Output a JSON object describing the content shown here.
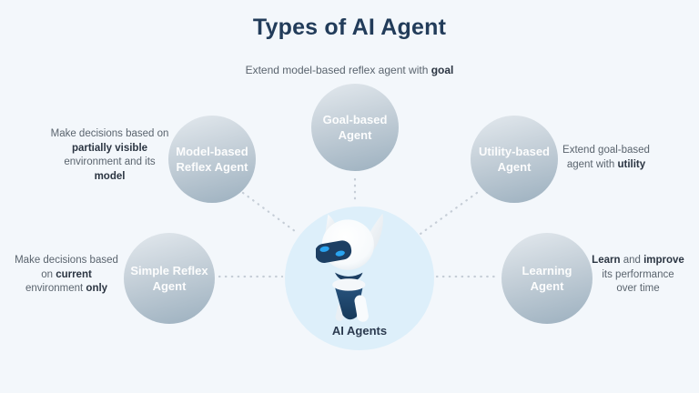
{
  "title": "Types of AI Agent",
  "center": {
    "label": "AI Agents",
    "icon": "robot-mascot"
  },
  "nodes": {
    "goal": {
      "label": "Goal-based Agent"
    },
    "model": {
      "label": "Model-based Reflex Agent"
    },
    "utility": {
      "label": "Utility-based Agent"
    },
    "simple": {
      "label": "Simple Reflex Agent"
    },
    "learning": {
      "label": "Learning Agent"
    }
  },
  "annotations": {
    "goal": {
      "lines": [
        [
          {
            "t": "Extend model-based reflex agent with ",
            "bold": false
          },
          {
            "t": "goal",
            "bold": true
          }
        ]
      ]
    },
    "model": {
      "lines": [
        [
          {
            "t": "Make decisions based on",
            "bold": false
          }
        ],
        [
          {
            "t": "partially visible",
            "bold": true
          }
        ],
        [
          {
            "t": "environment and its",
            "bold": false
          }
        ],
        [
          {
            "t": "model",
            "bold": true
          }
        ]
      ]
    },
    "utility": {
      "lines": [
        [
          {
            "t": "Extend goal-based",
            "bold": false
          }
        ],
        [
          {
            "t": "agent with ",
            "bold": false
          },
          {
            "t": "utility",
            "bold": true
          }
        ]
      ]
    },
    "simple": {
      "lines": [
        [
          {
            "t": "Make decisions based",
            "bold": false
          }
        ],
        [
          {
            "t": "on ",
            "bold": false
          },
          {
            "t": "current",
            "bold": true
          }
        ],
        [
          {
            "t": "environment ",
            "bold": false
          },
          {
            "t": "only",
            "bold": true
          }
        ]
      ]
    },
    "learning": {
      "lines": [
        [
          {
            "t": "Learn",
            "bold": true
          },
          {
            "t": " and ",
            "bold": false
          },
          {
            "t": "improve",
            "bold": true
          }
        ],
        [
          {
            "t": "its performance",
            "bold": false
          }
        ],
        [
          {
            "t": "over time",
            "bold": false
          }
        ]
      ]
    }
  },
  "colors": {
    "background": "#f3f7fb",
    "title": "#223c5a",
    "node_gradient_top": "#e3e9ee",
    "node_gradient_bottom": "#9cb0bf",
    "node_label": "#ffffff",
    "center_circle": "#ddeffa",
    "connector_dots": "#c5cdd6",
    "text_regular": "#5a646e",
    "text_bold": "#2b3542",
    "robot_navy": "#1d3f63",
    "robot_eye_blue": "#2aa4f0"
  }
}
